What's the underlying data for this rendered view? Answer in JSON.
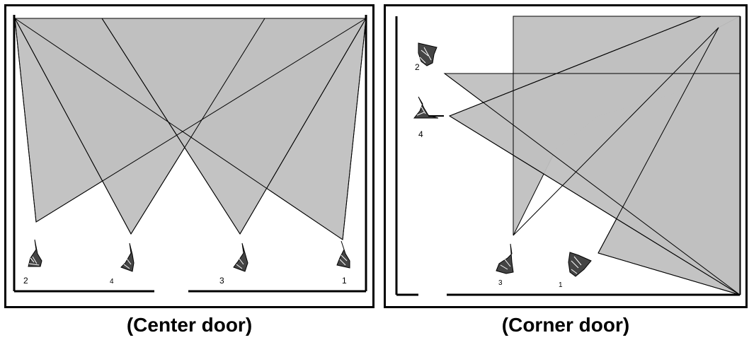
{
  "captions": {
    "left": "(Center door)",
    "right": "(Corner door)"
  },
  "left_panel": {
    "guard_labels": [
      "2",
      "4",
      "3",
      "1"
    ]
  },
  "right_panel": {
    "guard_labels": [
      "2",
      "4",
      "3",
      "1"
    ]
  },
  "colors": {
    "field_of_view_fill": "#c0c0c0",
    "line": "#000000",
    "background": "#ffffff"
  },
  "icons": {
    "guard": "soldier-figure-icon"
  }
}
